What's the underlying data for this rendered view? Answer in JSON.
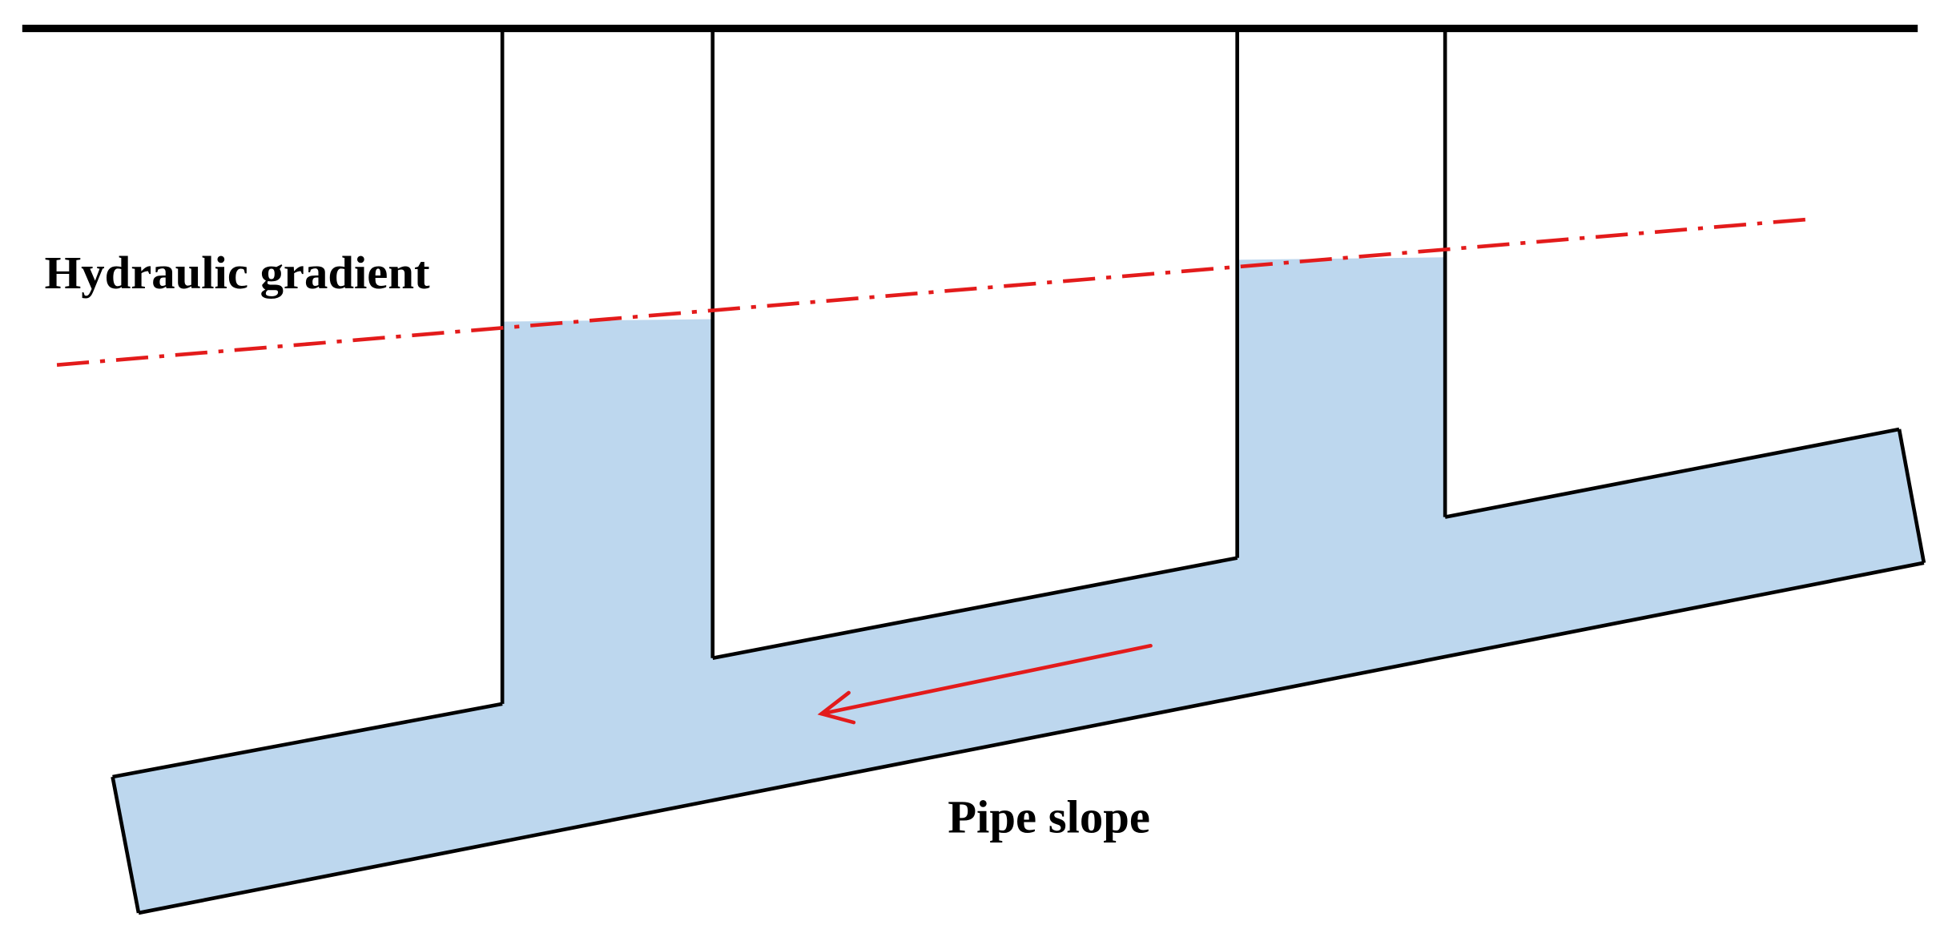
{
  "labels": {
    "hydraulic_gradient": "Hydraulic gradient",
    "pipe_slope": "Pipe slope"
  },
  "colors": {
    "water": "#bdd7ee",
    "structure": "#000000",
    "gradient_line": "#e31b1b",
    "flow_arrow": "#e31b1b",
    "background": "#ffffff"
  },
  "elements": {
    "ground_surface": "ground-line",
    "sewer_pipe": "sloped-pipe",
    "manholes": [
      "manhole-1",
      "manhole-2"
    ],
    "flow_direction": "flow-arrow-icon",
    "gradient": "dash-dot-line"
  }
}
